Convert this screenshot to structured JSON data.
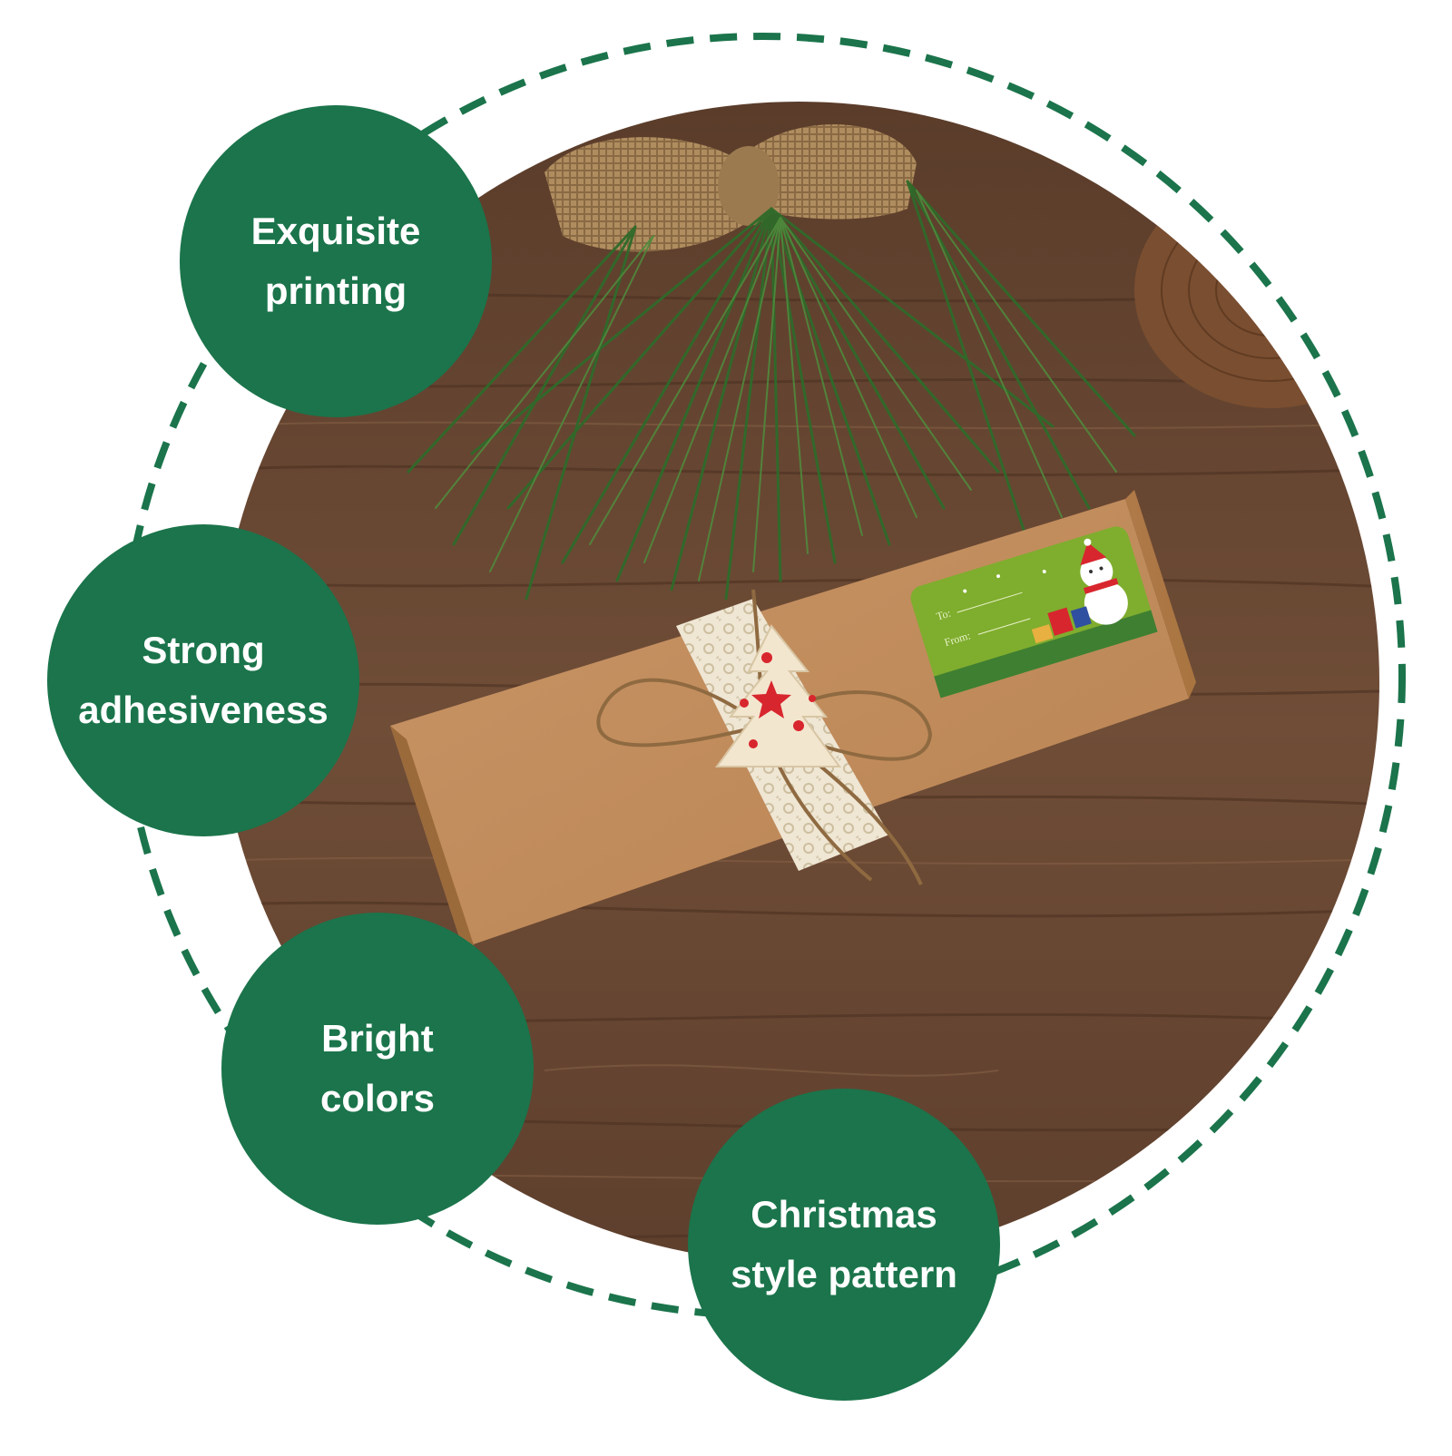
{
  "colors": {
    "accent_green": "#1b744b",
    "dashed_ring": "#1b744b",
    "wood": "#6a4a35",
    "kraft_paper": "#c08d5c",
    "sticker_green": "#7fad2e"
  },
  "features": [
    {
      "line1": "Exquisite",
      "line2": "printing"
    },
    {
      "line1": "Strong",
      "line2": "adhesiveness"
    },
    {
      "line1": "Bright",
      "line2": "colors"
    },
    {
      "line1": "Christmas",
      "line2": "style pattern"
    }
  ],
  "photo": {
    "subject": "kraft-paper gift box with lace ribbon, twine bow, wooden star tree tag and a Christmas snowman sticker on a wooden table under pine branches",
    "sticker": {
      "to_label": "To:",
      "from_label": "From:"
    }
  }
}
